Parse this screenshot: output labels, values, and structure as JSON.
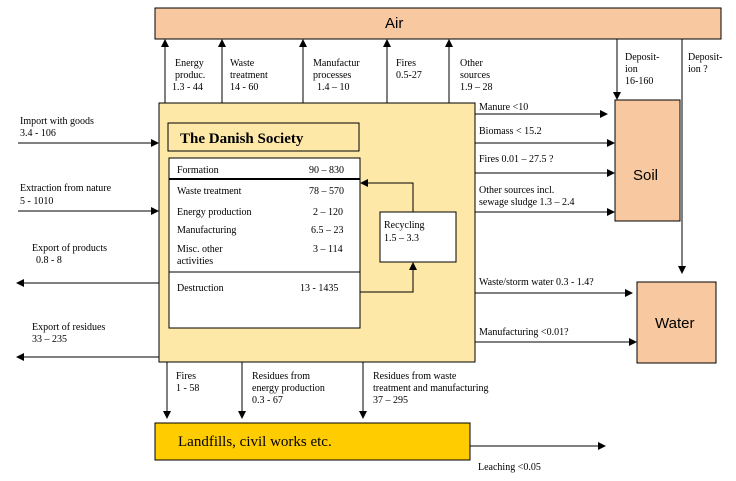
{
  "boxes": {
    "air": "Air",
    "soil": "Soil",
    "water": "Water",
    "society_title": "The Danish Society",
    "landfills": "Landfills, civil works etc."
  },
  "society_rows": [
    {
      "label": "Formation",
      "value": "90 – 830"
    },
    {
      "label": "Waste treatment",
      "value": "78 – 570"
    },
    {
      "label": "Energy production",
      "value": "2 – 120"
    },
    {
      "label": "Manufacturing",
      "value": "6.5 – 23"
    },
    {
      "label": "Misc. other",
      "label2": "activities",
      "value": "3 – 114"
    },
    {
      "label": "Destruction",
      "value": "13  - 1435"
    }
  ],
  "recycling": {
    "label": "Recycling",
    "value": "1.5 – 3.3"
  },
  "air_flows": [
    {
      "l1": "Energy",
      "l2": "produc.",
      "l3": "1.3 - 44"
    },
    {
      "l1": "Waste",
      "l2": "treatment",
      "l3": "14 - 60"
    },
    {
      "l1": "Manufactur",
      "l2": "processes",
      "l3": "1.4 – 10"
    },
    {
      "l1": "Fires",
      "l2": "0.5-27",
      "l3": ""
    },
    {
      "l1": "Other",
      "l2": "sources",
      "l3": "1.9 – 28"
    }
  ],
  "deposition_soil": {
    "l1": "Deposit-",
    "l2": "ion",
    "l3": "16-160"
  },
  "deposition_water": {
    "l1": "Deposit-",
    "l2": "ion ?"
  },
  "inputs": {
    "import": {
      "l1": "Import with  goods",
      "l2": "3.4 - 106"
    },
    "extraction": {
      "l1": "Extraction from nature",
      "l2": "5 - 1010"
    }
  },
  "exports": {
    "products": {
      "l1": "Export of products",
      "l2": "0.8 - 8"
    },
    "residues": {
      "l1": "Export of residues",
      "l2": "33 – 235"
    }
  },
  "soil_flows": [
    {
      "l1": "Manure <10"
    },
    {
      "l1": "Biomass < 15.2"
    },
    {
      "l1": "Fires 0.01 – 27.5 ?"
    },
    {
      "l1": "Other sources incl.",
      "l2": "sewage sludge 1.3 – 2.4"
    }
  ],
  "water_flows": [
    {
      "l1": "Waste/storm water  0.3 - 1.4?"
    },
    {
      "l1": "Manufacturing   <0.01?"
    }
  ],
  "landfill_flows": [
    {
      "l1": "Fires",
      "l2": "1 - 58"
    },
    {
      "l1": "Residues from",
      "l2": "energy production",
      "l3": "0.3 - 67"
    },
    {
      "l1": "Residues from waste",
      "l2": "treatment and manufacturing",
      "l3": "37 – 295"
    }
  ],
  "leaching": "Leaching  <0.05",
  "colors": {
    "air": "#f8c9a0",
    "soil_water": "#f8c9a0",
    "society": "#fde8a8",
    "landfill": "#ffcc00"
  }
}
